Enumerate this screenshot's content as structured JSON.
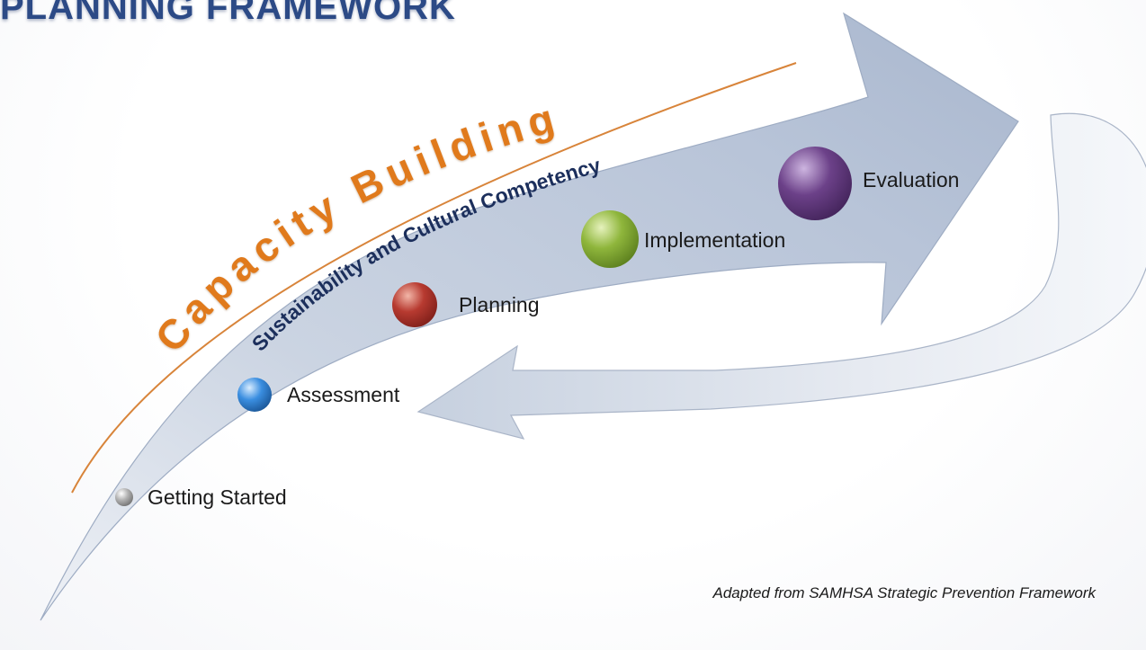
{
  "title": "PLANNING FRAMEWORK",
  "arc_title": "Capacity Building",
  "arc_subtitle": "Sustainability and Cultural Competency",
  "steps": [
    {
      "label": "Getting Started",
      "color": "#9a9a9a"
    },
    {
      "label": "Assessment",
      "color": "#2f7fd0"
    },
    {
      "label": "Planning",
      "color": "#b3332c"
    },
    {
      "label": "Implementation",
      "color": "#88b23a"
    },
    {
      "label": "Evaluation",
      "color": "#6a3f86"
    }
  ],
  "source": "Adapted from SAMHSA Strategic Prevention Framework",
  "colors": {
    "arrow": "#c4cedd",
    "title": "#2c4a86",
    "accent_orange": "#e07a1c",
    "navy": "#1c2f5c"
  }
}
